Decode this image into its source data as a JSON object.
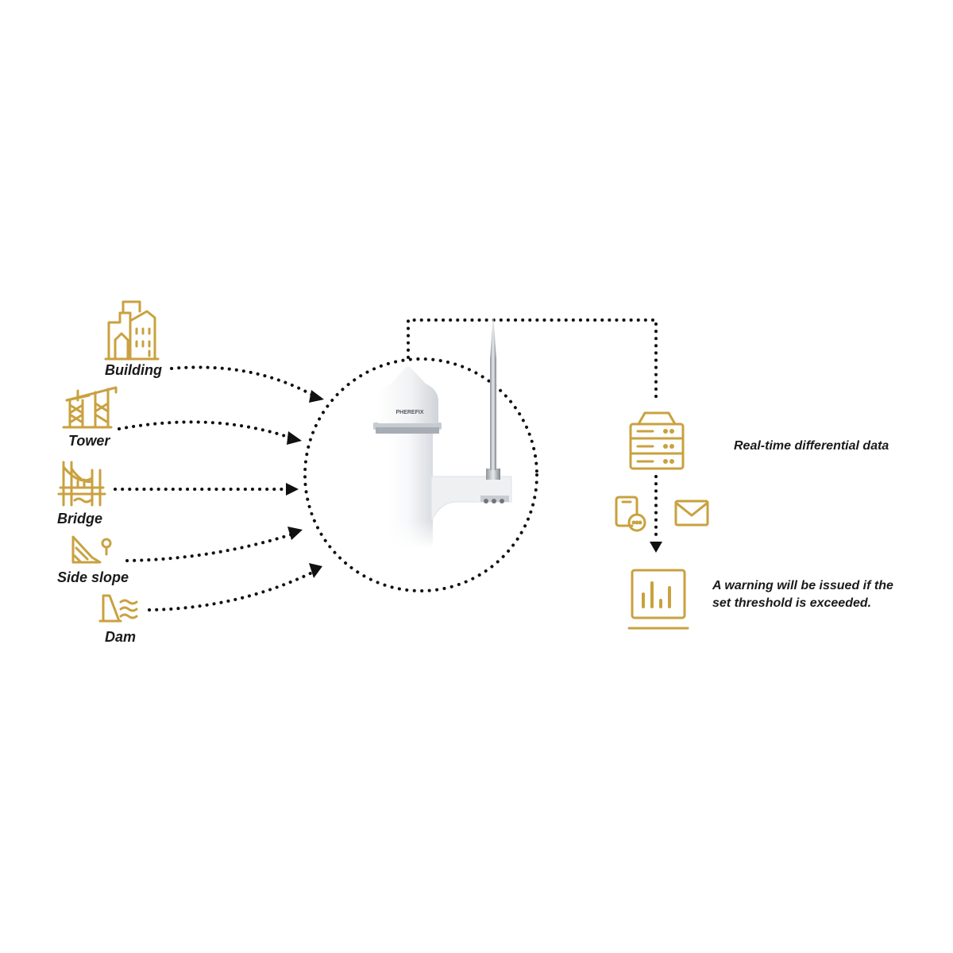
{
  "colors": {
    "accent": "#c9a13f",
    "dots": "#111111",
    "text": "#1a1a1a",
    "device": "#f2f3f5"
  },
  "sources": [
    {
      "label": "Building",
      "icon": "building-icon"
    },
    {
      "label": "Tower",
      "icon": "tower-crane-icon"
    },
    {
      "label": "Bridge",
      "icon": "bridge-icon"
    },
    {
      "label": "Side slope",
      "icon": "slope-icon"
    },
    {
      "label": "Dam",
      "icon": "dam-icon"
    }
  ],
  "device": {
    "brand": "PHEREFIX",
    "icon": "gnss-receiver-device"
  },
  "outputs": {
    "server_label": "Real-time differential data",
    "server_icon": "server-rack-icon",
    "phone_icon": "mobile-message-icon",
    "mail_icon": "envelope-icon",
    "monitor_icon": "monitor-chart-icon",
    "warning_line1": "A warning will be issued if the",
    "warning_line2": "set threshold is exceeded."
  }
}
